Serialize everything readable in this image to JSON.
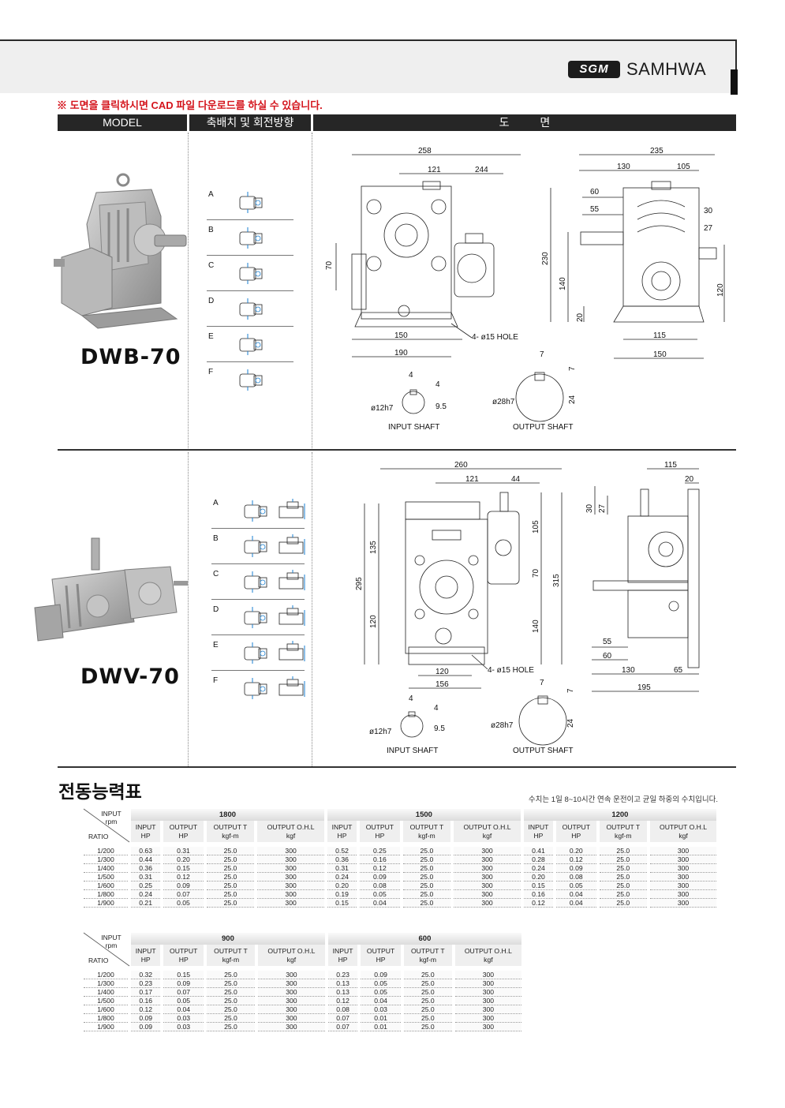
{
  "brand": {
    "mark": "SGM",
    "name": "SAMHWA"
  },
  "notice": "※ 도면을 클릭하시면 CAD 파일 다운로드를 하실 수 있습니다.",
  "columns": {
    "model": "MODEL",
    "shaft": "축배치 및 회전방향",
    "drawing": "도          면"
  },
  "models": [
    {
      "name": "DWB-70",
      "directions": [
        "A",
        "B",
        "C",
        "D",
        "E",
        "F"
      ]
    },
    {
      "name": "DWV-70",
      "directions": [
        "A",
        "B",
        "C",
        "D",
        "E",
        "F"
      ]
    }
  ],
  "dwb_dims": {
    "top_total": "258",
    "top_a": "121",
    "top_b": "244",
    "left_h": "70",
    "base_a": "150",
    "base_b": "190",
    "hole": "4- ø15 HOLE",
    "side_total": "235",
    "side_a": "130",
    "side_b": "105",
    "side_c": "60",
    "side_d": "55",
    "side_e": "30",
    "side_f": "27",
    "side_h1": "230",
    "side_h2": "140",
    "side_h3": "20",
    "side_h4": "120",
    "side_base1": "115",
    "side_base2": "150"
  },
  "dwv_dims": {
    "top_total": "260",
    "top_a": "121",
    "top_b": "44",
    "h_total": "295",
    "h_a": "135",
    "h_b": "120",
    "h_c": "105",
    "h_d": "70",
    "h_e": "315",
    "h_f": "140",
    "base_a": "120",
    "base_b": "156",
    "hole": "4- ø15 HOLE",
    "side_total": "115",
    "side_a": "20",
    "side_b": "30",
    "side_c": "27",
    "side_d": "55",
    "side_e": "60",
    "side_f": "130",
    "side_g": "65",
    "side_h": "195"
  },
  "shafts": {
    "input_label": "INPUT SHAFT",
    "output_label": "OUTPUT SHAFT",
    "input_dia": "ø12h7",
    "input_key": "4",
    "input_a": "4",
    "input_b": "9.5",
    "output_dia": "ø28h7",
    "output_key": "7",
    "output_a": "7",
    "output_b": "24"
  },
  "section_title": "전동능력표",
  "table_note": "수치는 1일 8~10시간 연속 운전이고 균일 하중의 수치입니다.",
  "table_labels": {
    "input_rpm": "INPUT rpm",
    "ratio": "RATIO",
    "cols": [
      {
        "l1": "INPUT",
        "l2": "HP"
      },
      {
        "l1": "OUTPUT",
        "l2": "HP"
      },
      {
        "l1": "OUTPUT T",
        "l2": "kgf-m"
      },
      {
        "l1": "OUTPUT O.H.L",
        "l2": "kgf"
      }
    ]
  },
  "ratios": [
    "1/200",
    "1/300",
    "1/400",
    "1/500",
    "1/600",
    "1/800",
    "1/900"
  ],
  "table1": {
    "rpms": [
      "1800",
      "1500",
      "1200"
    ],
    "rows": [
      [
        "0.63",
        "0.31",
        "25.0",
        "300",
        "0.52",
        "0.25",
        "25.0",
        "300",
        "0.41",
        "0.20",
        "25.0",
        "300"
      ],
      [
        "0.44",
        "0.20",
        "25.0",
        "300",
        "0.36",
        "0.16",
        "25.0",
        "300",
        "0.28",
        "0.12",
        "25.0",
        "300"
      ],
      [
        "0.36",
        "0.15",
        "25.0",
        "300",
        "0.31",
        "0.12",
        "25.0",
        "300",
        "0.24",
        "0.09",
        "25.0",
        "300"
      ],
      [
        "0.31",
        "0.12",
        "25.0",
        "300",
        "0.24",
        "0.09",
        "25.0",
        "300",
        "0.20",
        "0.08",
        "25.0",
        "300"
      ],
      [
        "0.25",
        "0.09",
        "25.0",
        "300",
        "0.20",
        "0.08",
        "25.0",
        "300",
        "0.15",
        "0.05",
        "25.0",
        "300"
      ],
      [
        "0.24",
        "0.07",
        "25.0",
        "300",
        "0.19",
        "0.05",
        "25.0",
        "300",
        "0.16",
        "0.04",
        "25.0",
        "300"
      ],
      [
        "0.21",
        "0.05",
        "25.0",
        "300",
        "0.15",
        "0.04",
        "25.0",
        "300",
        "0.12",
        "0.04",
        "25.0",
        "300"
      ]
    ]
  },
  "table2": {
    "rpms": [
      "900",
      "600"
    ],
    "rows": [
      [
        "0.32",
        "0.15",
        "25.0",
        "300",
        "0.23",
        "0.09",
        "25.0",
        "300"
      ],
      [
        "0.23",
        "0.09",
        "25.0",
        "300",
        "0.13",
        "0.05",
        "25.0",
        "300"
      ],
      [
        "0.17",
        "0.07",
        "25.0",
        "300",
        "0.13",
        "0.05",
        "25.0",
        "300"
      ],
      [
        "0.16",
        "0.05",
        "25.0",
        "300",
        "0.12",
        "0.04",
        "25.0",
        "300"
      ],
      [
        "0.12",
        "0.04",
        "25.0",
        "300",
        "0.08",
        "0.03",
        "25.0",
        "300"
      ],
      [
        "0.09",
        "0.03",
        "25.0",
        "300",
        "0.07",
        "0.01",
        "25.0",
        "300"
      ],
      [
        "0.09",
        "0.03",
        "25.0",
        "300",
        "0.07",
        "0.01",
        "25.0",
        "300"
      ]
    ]
  }
}
